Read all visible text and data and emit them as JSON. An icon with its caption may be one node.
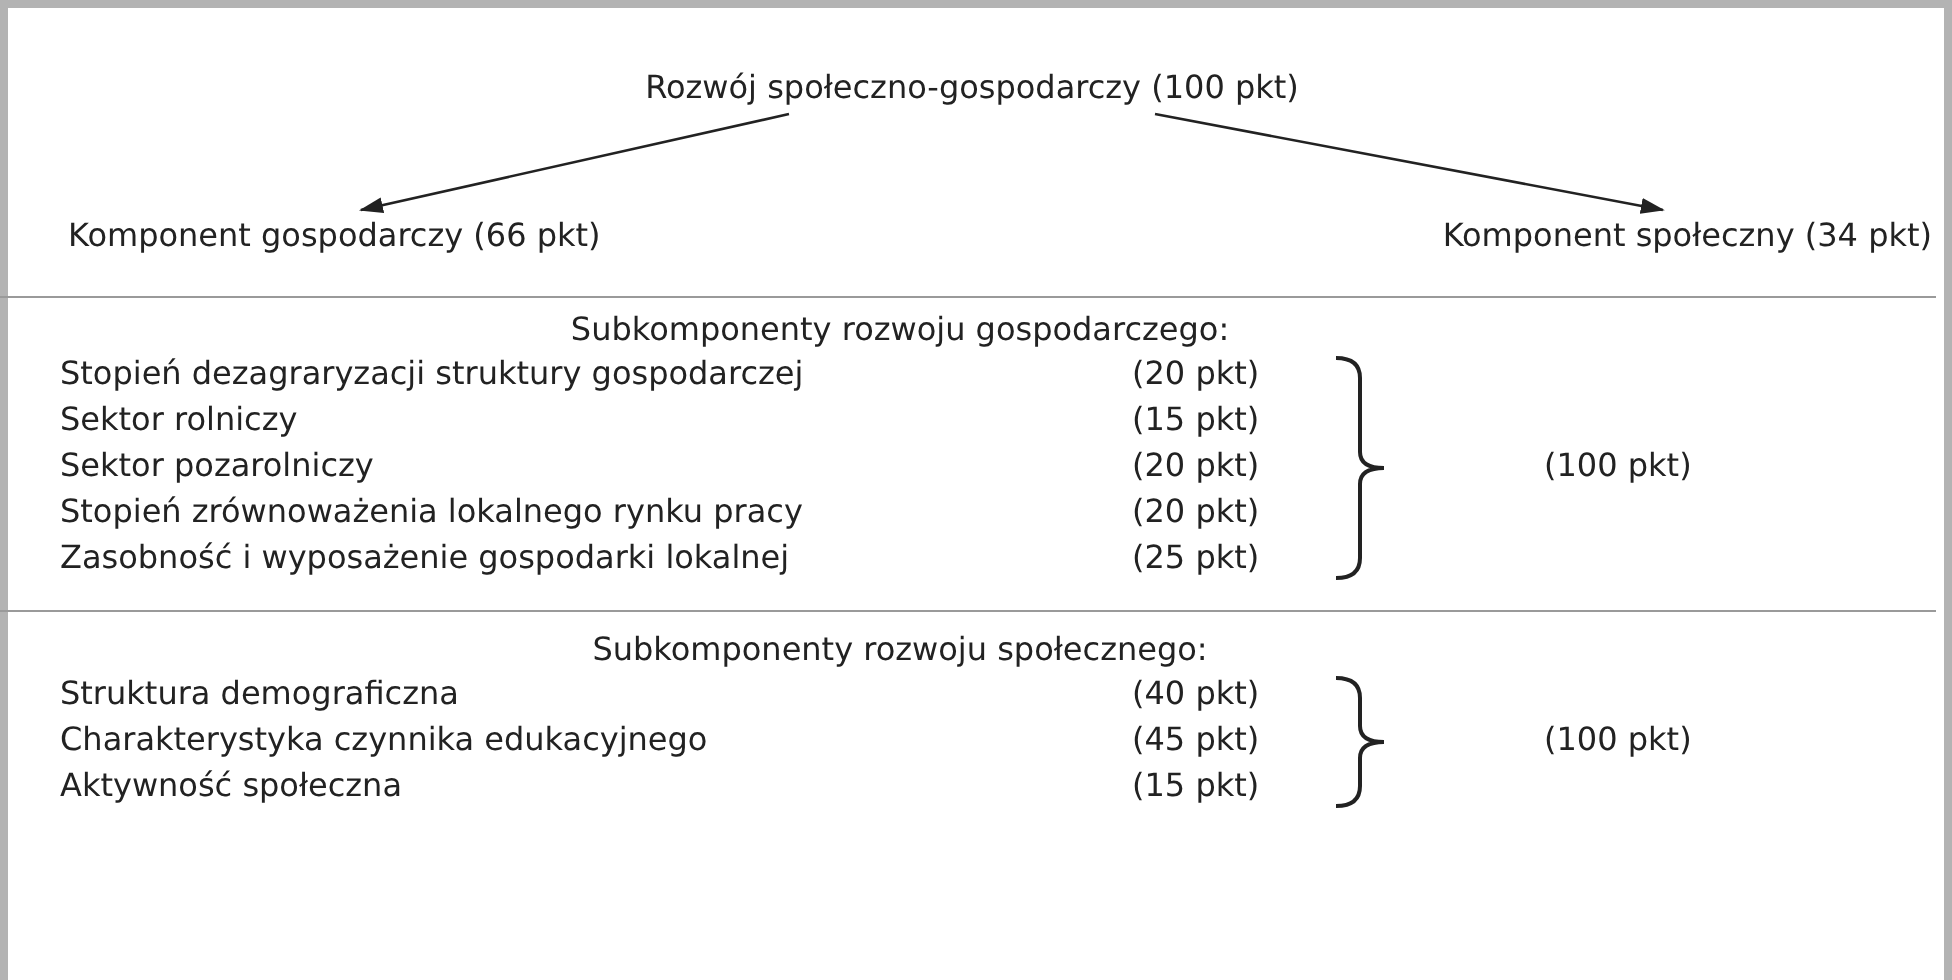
{
  "diagram": {
    "nodes": [
      {
        "text": [
          "Rozwój społeczno-gospodarczy (100 pkt)"
        ]
      },
      {
        "text": [
          "Komponent gospodarczy (66 pkt)"
        ]
      },
      {
        "text": [
          "Komponent społeczny (34 pkt)"
        ]
      }
    ],
    "edges": [
      {
        "from": 0,
        "to": 1,
        "arrow": "to"
      },
      {
        "from": 0,
        "to": 2,
        "arrow": "to"
      }
    ],
    "labels": [
      "Subkomponenty rozwoju gospodarczego:",
      "Stopień dezagraryzacji struktury gospodarczej",
      "(20 pkt)",
      "Sektor rolniczy",
      "(15 pkt)",
      "Sektor pozarolniczy",
      "(20 pkt)",
      "(100 pkt)",
      "Stopień zrównoważenia lokalnego rynku pracy",
      "(20 pkt)",
      "Zasobność i wyposażenie gospodarki lokalnej",
      "(25 pkt)",
      "Subkomponenty rozwoju społecznego:",
      "Struktura demograficzna",
      "(40 pkt)",
      "Charakterystyka czynnika edukacyjnego",
      "(45 pkt)",
      "(100 pkt)",
      "Aktywność społeczna",
      "(15 pkt)"
    ]
  }
}
